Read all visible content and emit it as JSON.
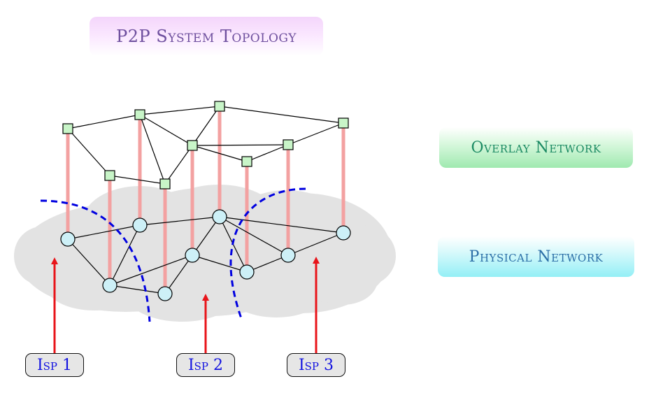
{
  "title": "P2P System Topology",
  "labels": {
    "overlay": "Overlay Network",
    "physical": "Physical Network"
  },
  "isps": [
    {
      "label": "Isp 1"
    },
    {
      "label": "Isp 2"
    },
    {
      "label": "Isp 3"
    }
  ],
  "colors": {
    "title_text": "#6e4f9e",
    "overlay_text": "#1b8a63",
    "physical_text": "#2c6fa7",
    "isp_text": "#1212e0",
    "cloud": "#e3e3e3",
    "overlay_node": "#c8f5c8",
    "physical_node": "#cdf0f7",
    "mapping_line": "#f3a1a1",
    "isp_boundary": "#0000e0",
    "isp_arrow": "#e8141a"
  }
}
